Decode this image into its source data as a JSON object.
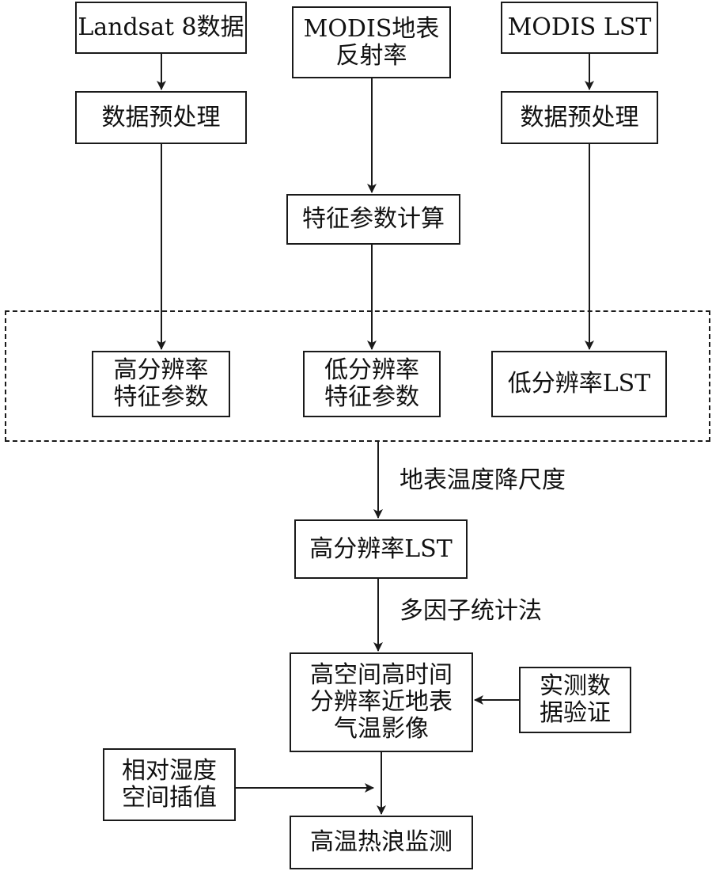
{
  "nodes": {
    "landsat": "Landsat 8数据",
    "modis_reflectance": "MODIS地表\n反射率",
    "modis_lst": "MODIS LST",
    "preprocess_left": "数据预处理",
    "preprocess_right": "数据预处理",
    "feature_calc": "特征参数计算",
    "high_res_feature": "高分辨率\n特征参数",
    "low_res_feature": "低分辨率\n特征参数",
    "low_res_lst": "低分辨率LST",
    "high_res_lst": "高分辨率LST",
    "air_temp_image": "高空间高时间\n分辨率近地表\n气温影像",
    "field_validation": "实测数\n据验证",
    "humidity_interp": "相对湿度\n空间插值",
    "heatwave_monitor": "高温热浪监测"
  },
  "edge_labels": {
    "downscaling": "地表温度降尺度",
    "multifactor": "多因子统计法"
  },
  "colors": {
    "stroke": "#1a1a1a",
    "background": "#ffffff"
  }
}
